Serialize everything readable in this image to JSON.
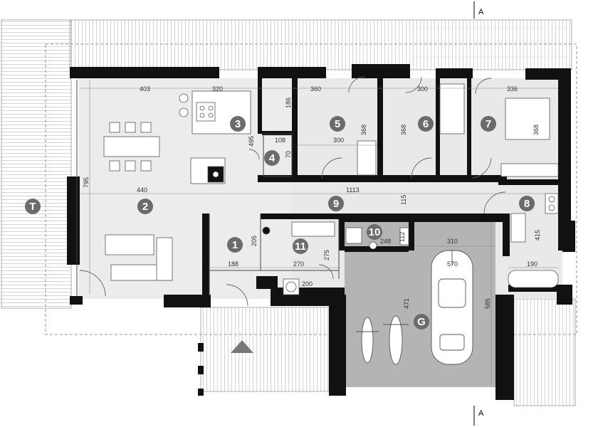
{
  "plan": {
    "room_labels": {
      "hall": "1",
      "living": "2",
      "kitchen": "3",
      "wc": "4",
      "room5": "5",
      "room6": "6",
      "room7": "7",
      "bath": "8",
      "corridor": "9",
      "utility": "10",
      "boiler": "11",
      "garage": "G",
      "terrace": "T"
    },
    "dimensions": {
      "d403": "403",
      "d320": "320",
      "d360": "360",
      "d300a": "300",
      "d336": "336",
      "d186": "186",
      "d368a": "368",
      "d368b": "368",
      "d368c": "368",
      "d108": "108",
      "d70": "70",
      "d495": "495",
      "d300b": "300",
      "d795": "795",
      "d440": "440",
      "d1113": "1113",
      "d115": "115",
      "d415": "415",
      "d205": "205",
      "d188": "188",
      "d270": "270",
      "d275": "275",
      "d248": "248",
      "d112": "112",
      "d190": "190",
      "d310": "310",
      "d570": "570",
      "d471": "471",
      "d585": "585",
      "d200": "200"
    },
    "section_marks": {
      "top": "A",
      "bottom": "A"
    }
  }
}
